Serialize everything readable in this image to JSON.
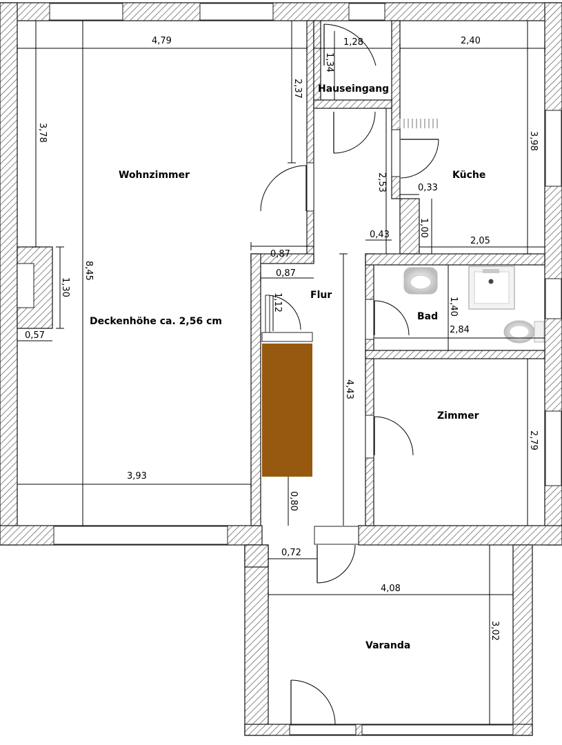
{
  "rooms": {
    "wohnzimmer": "Wohnzimmer",
    "hauseingang": "Hauseingang",
    "kueche": "Küche",
    "flur": "Flur",
    "bad": "Bad",
    "zimmer": "Zimmer",
    "varanda": "Varanda"
  },
  "notes": {
    "ceiling_height": "Deckenhöhe ca. 2,56 cm"
  },
  "dimensions": {
    "wohn_width_top": "4,79",
    "wohn_height_left": "3,78",
    "wohn_total_height": "8,45",
    "wohn_pillar_height": "1,30",
    "wohn_pillar_width": "0,57",
    "wohn_width_bottom": "3,93",
    "wohn_upper_right": "2,37",
    "wohn_step": "0,87",
    "flur_width": "0,87",
    "flur_niche": "1,12",
    "flur_length": "4,43",
    "flur_bottom": "0,80",
    "entrance_width": "1,28",
    "entrance_depth": "1,34",
    "corridor_height": "2,53",
    "corridor_width": "0,43",
    "kitchen_width": "2,40",
    "kitchen_height": "3,98",
    "kitchen_pillar": "0,33",
    "kitchen_low_height": "1,00",
    "kitchen_low_width": "2,05",
    "bad_height": "1,40",
    "bad_width": "2,84",
    "zimmer_height": "2,79",
    "varanda_small": "0,72",
    "varanda_width": "4,08",
    "varanda_height": "3,02"
  },
  "colors": {
    "wall_outline": "#222222",
    "hatch": "#555555",
    "wardrobe": "#97580f",
    "fixtures": "#b9b9b9"
  }
}
